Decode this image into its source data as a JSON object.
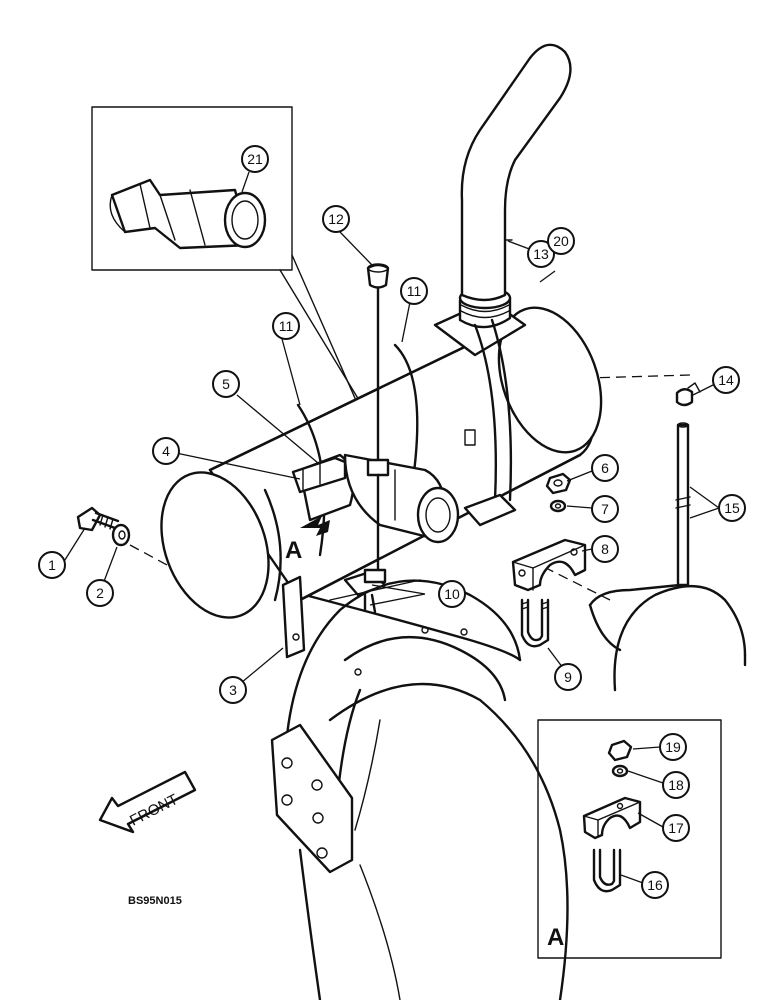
{
  "callouts": [
    {
      "id": "c1",
      "label": "1"
    },
    {
      "id": "c2",
      "label": "2"
    },
    {
      "id": "c3",
      "label": "3"
    },
    {
      "id": "c4",
      "label": "4"
    },
    {
      "id": "c5",
      "label": "5"
    },
    {
      "id": "c6",
      "label": "6"
    },
    {
      "id": "c7",
      "label": "7"
    },
    {
      "id": "c8",
      "label": "8"
    },
    {
      "id": "c9",
      "label": "9"
    },
    {
      "id": "c10",
      "label": "10"
    },
    {
      "id": "c11a",
      "label": "11"
    },
    {
      "id": "c11b",
      "label": "11"
    },
    {
      "id": "c12",
      "label": "12"
    },
    {
      "id": "c13",
      "label": "13"
    },
    {
      "id": "c14",
      "label": "14"
    },
    {
      "id": "c15",
      "label": "15"
    },
    {
      "id": "c16",
      "label": "16"
    },
    {
      "id": "c17",
      "label": "17"
    },
    {
      "id": "c18",
      "label": "18"
    },
    {
      "id": "c19",
      "label": "19"
    },
    {
      "id": "c20",
      "label": "20"
    },
    {
      "id": "c21",
      "label": "21"
    }
  ],
  "view_marker_main": "A",
  "detail_view_label": "A",
  "front_arrow_label": "FRONT",
  "drawing_reference": "BS95N015"
}
